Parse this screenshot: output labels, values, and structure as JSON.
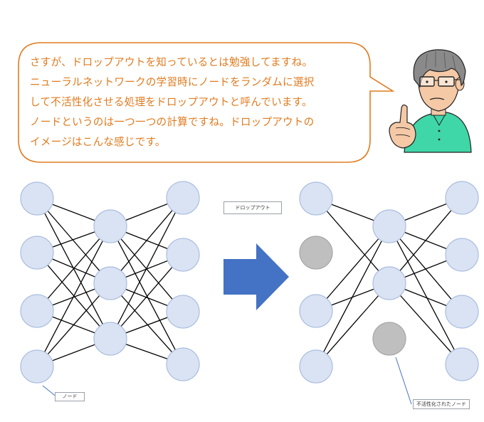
{
  "bubble": {
    "lines": [
      "さすが、ドロップアウトを知っているとは勉強してますね。",
      "ニューラルネットワークの学習時にノードをランダムに選択",
      "して不活性化させる処理をドロップアウトと呼んでいます。",
      "ノードというのは一つ一つの計算ですね。ドロップアウトの",
      "イメージはこんな感じです。"
    ]
  },
  "labels": {
    "dropout": "ドロップアウト",
    "node": "ノード",
    "inactive_node": "不活性化されたノード"
  },
  "colors": {
    "bubble_border": "#e07b1f",
    "bubble_text": "#e07b1f",
    "node_fill": "#dae3f3",
    "node_stroke": "#a9bde0",
    "inactive_fill": "#bfbfbf",
    "inactive_stroke": "#a6a6a6",
    "arrow": "#4472c4",
    "edge": "#000000",
    "pointer": "#4472c4",
    "shirt": "#3fd6a8"
  },
  "icons": [
    "speech-bubble",
    "teacher-character-icon",
    "right-arrow-icon"
  ]
}
